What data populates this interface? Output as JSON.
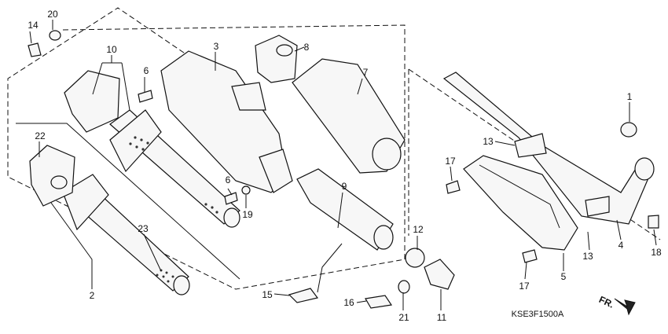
{
  "callouts": {
    "c14": "14",
    "c20": "20",
    "c10": "10",
    "c22": "22",
    "c6a": "6",
    "c3": "3",
    "c8": "8",
    "c7": "7",
    "c6b": "6",
    "c19": "19",
    "c9": "9",
    "c23": "23",
    "c2": "2",
    "c12": "12",
    "c15": "15",
    "c16": "16",
    "c21": "21",
    "c11": "11",
    "c1": "1",
    "c13a": "13",
    "c17a": "17",
    "c13b": "13",
    "c4": "4",
    "c18": "18",
    "c17b": "17",
    "c5": "5"
  },
  "diagram_code": "KSE3F1500A",
  "front_label": "FR."
}
